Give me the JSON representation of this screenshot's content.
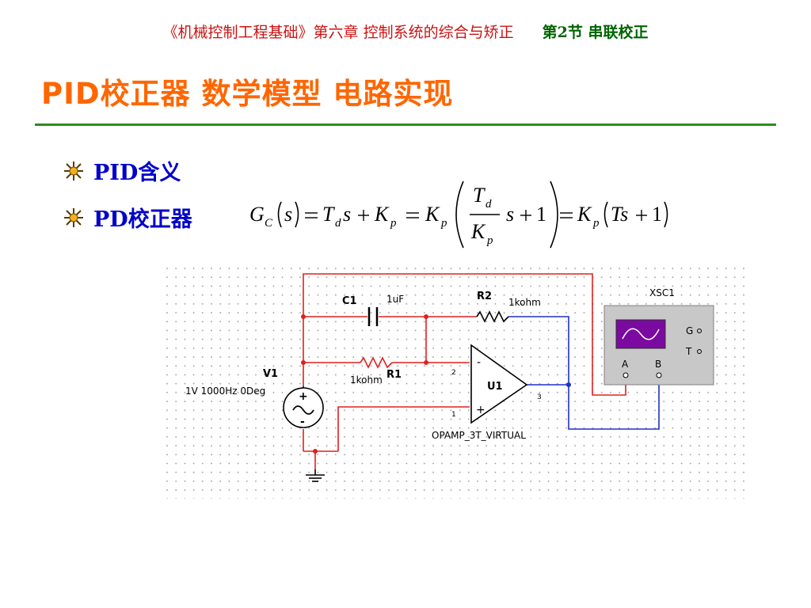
{
  "header": {
    "course": "《机械控制工程基础》第六章  控制系统的综合与矫正",
    "section": "第2节 串联校正"
  },
  "title": "PID校正器   数学模型   电路实现",
  "bullets": [
    {
      "label": "PID含义"
    },
    {
      "label": "PD校正器"
    }
  ],
  "formula": {
    "lhs": "G",
    "lhs_sub": "C",
    "s": "s",
    "Td": "T",
    "d": "d",
    "Kp": "K",
    "p": "p",
    "one": "1",
    "Ts": "Ts"
  },
  "circuit": {
    "c1_name": "C1",
    "c1_value": "1uF",
    "r2_name": "R2",
    "r2_value": "1kohm",
    "r1_name": "R1",
    "r1_value": "1kohm",
    "v1_name": "V1",
    "v1_value": "1V 1000Hz 0Deg",
    "u1_name": "U1",
    "u1_model": "OPAMP_3T_VIRTUAL",
    "pin_minus": "2",
    "pin_plus": "1",
    "pin_out": "3",
    "scope_name": "XSC1",
    "scope_g": "G",
    "scope_t": "T",
    "scope_a": "A",
    "scope_b": "B",
    "minus_sign": "-",
    "plus_sign": "+",
    "wire_colors": {
      "red": "#e02020",
      "blue": "#2030c8",
      "black": "#000000"
    }
  }
}
